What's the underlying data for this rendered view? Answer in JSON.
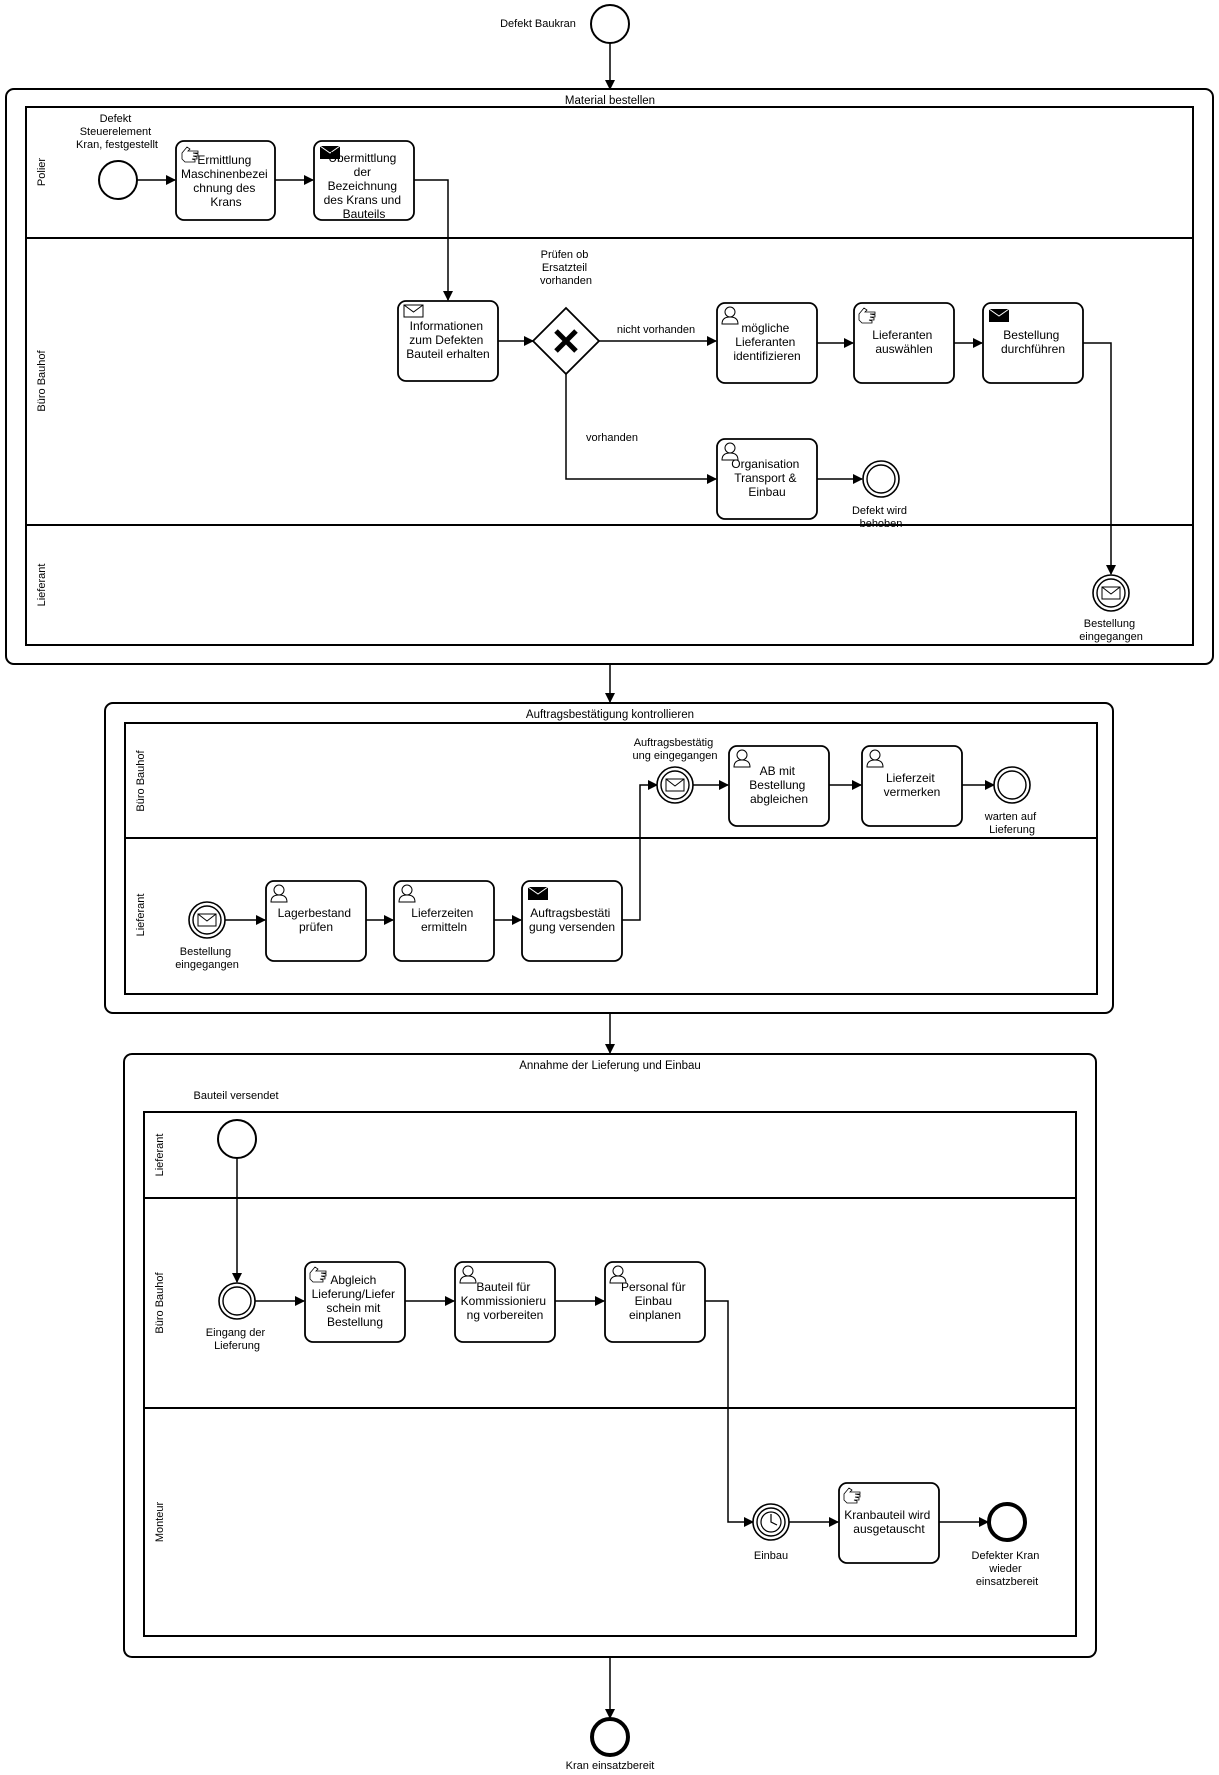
{
  "start": {
    "label": "Defekt Baukran"
  },
  "end": {
    "label": "Kran einsatzbereit"
  },
  "pools": [
    {
      "title": "Material bestellen",
      "lanes": [
        "Polier",
        "Büro Bauhof",
        "Lieferant"
      ],
      "tasks": [
        {
          "id": "ermittlung",
          "lines": [
            "Ermittlung",
            "Maschinenbezei",
            "chnung des",
            "Krans"
          ],
          "marker": "manual-icon"
        },
        {
          "id": "uebermittlung",
          "lines": [
            "Übermittlung",
            "der",
            "Bezeichnung",
            "des Krans und",
            "Bauteils"
          ],
          "marker": "send-icon"
        },
        {
          "id": "informationen",
          "lines": [
            "Informationen",
            "zum Defekten",
            "Bauteil erhalten"
          ],
          "marker": "receive-icon"
        },
        {
          "id": "lieferanten-identifizieren",
          "lines": [
            "mögliche",
            "Lieferanten",
            "identifizieren"
          ],
          "marker": "user-icon"
        },
        {
          "id": "lieferanten-auswaehlen",
          "lines": [
            "Lieferanten",
            "auswählen"
          ],
          "marker": "manual-icon"
        },
        {
          "id": "bestellung-durchfuehren",
          "lines": [
            "Bestellung",
            "durchführen"
          ],
          "marker": "send-icon"
        },
        {
          "id": "organisation",
          "lines": [
            "Organisation",
            "Transport &",
            "Einbau"
          ],
          "marker": "user-icon"
        }
      ],
      "events": [
        {
          "id": "defekt-start",
          "lines": [
            "Defekt",
            "Steuerelement",
            "Kran, festgestellt"
          ]
        },
        {
          "id": "defekt-behoben",
          "lines": [
            "Defekt wird",
            "behoben"
          ]
        },
        {
          "id": "bestellung-eingegangen-1",
          "lines": [
            "Bestellung",
            "eingegangen"
          ]
        }
      ],
      "gateway": {
        "lines": [
          "Prüfen ob",
          "Ersatzteil",
          "vorhanden"
        ]
      },
      "flow_labels": {
        "no": "nicht vorhanden",
        "yes": "vorhanden"
      }
    },
    {
      "title": "Auftragsbestätigung kontrollieren",
      "lanes": [
        "Büro Bauhof",
        "Lieferant"
      ],
      "tasks": [
        {
          "id": "ab-abgleichen",
          "lines": [
            "AB mit",
            "Bestellung",
            "abgleichen"
          ],
          "marker": "user-icon"
        },
        {
          "id": "lieferzeit-vermerken",
          "lines": [
            "Lieferzeit",
            "vermerken"
          ],
          "marker": "user-icon"
        },
        {
          "id": "lagerbestand",
          "lines": [
            "Lagerbestand",
            "prüfen"
          ],
          "marker": "user-icon"
        },
        {
          "id": "lieferzeiten",
          "lines": [
            "Lieferzeiten",
            "ermitteln"
          ],
          "marker": "user-icon"
        },
        {
          "id": "ab-versenden",
          "lines": [
            "Auftragsbestäti",
            "gung versenden"
          ],
          "marker": "send-icon"
        }
      ],
      "events": [
        {
          "id": "ab-eingegangen",
          "lines": [
            "Auftragsbestätig",
            "ung eingegangen"
          ]
        },
        {
          "id": "warten-lieferung",
          "lines": [
            "warten auf",
            "Lieferung"
          ]
        },
        {
          "id": "bestellung-eingegangen-2",
          "lines": [
            "Bestellung",
            "eingegangen"
          ]
        }
      ]
    },
    {
      "title": "Annahme der Lieferung und Einbau",
      "lanes": [
        "Lieferant",
        "Büro Bauhof",
        "Monteur"
      ],
      "tasks": [
        {
          "id": "abgleich",
          "lines": [
            "Abgleich",
            "Lieferung/Liefer",
            "schein mit",
            "Bestellung"
          ],
          "marker": "manual-icon"
        },
        {
          "id": "kommissionierung",
          "lines": [
            "Bauteil für",
            "Kommissionieru",
            "ng vorbereiten"
          ],
          "marker": "user-icon"
        },
        {
          "id": "personal",
          "lines": [
            "Personal für",
            "Einbau",
            "einplanen"
          ],
          "marker": "user-icon"
        },
        {
          "id": "kranbauteil",
          "lines": [
            "Kranbauteil wird",
            "ausgetauscht"
          ],
          "marker": "manual-icon"
        }
      ],
      "events": [
        {
          "id": "bauteil-versendet",
          "lines": [
            "Bauteil versendet"
          ]
        },
        {
          "id": "eingang-lieferung",
          "lines": [
            "Eingang der",
            "Lieferung"
          ]
        },
        {
          "id": "einbau",
          "lines": [
            "Einbau"
          ]
        },
        {
          "id": "kran-wieder",
          "lines": [
            "Defekter Kran",
            "wieder",
            "einsatzbereit"
          ]
        }
      ]
    }
  ]
}
